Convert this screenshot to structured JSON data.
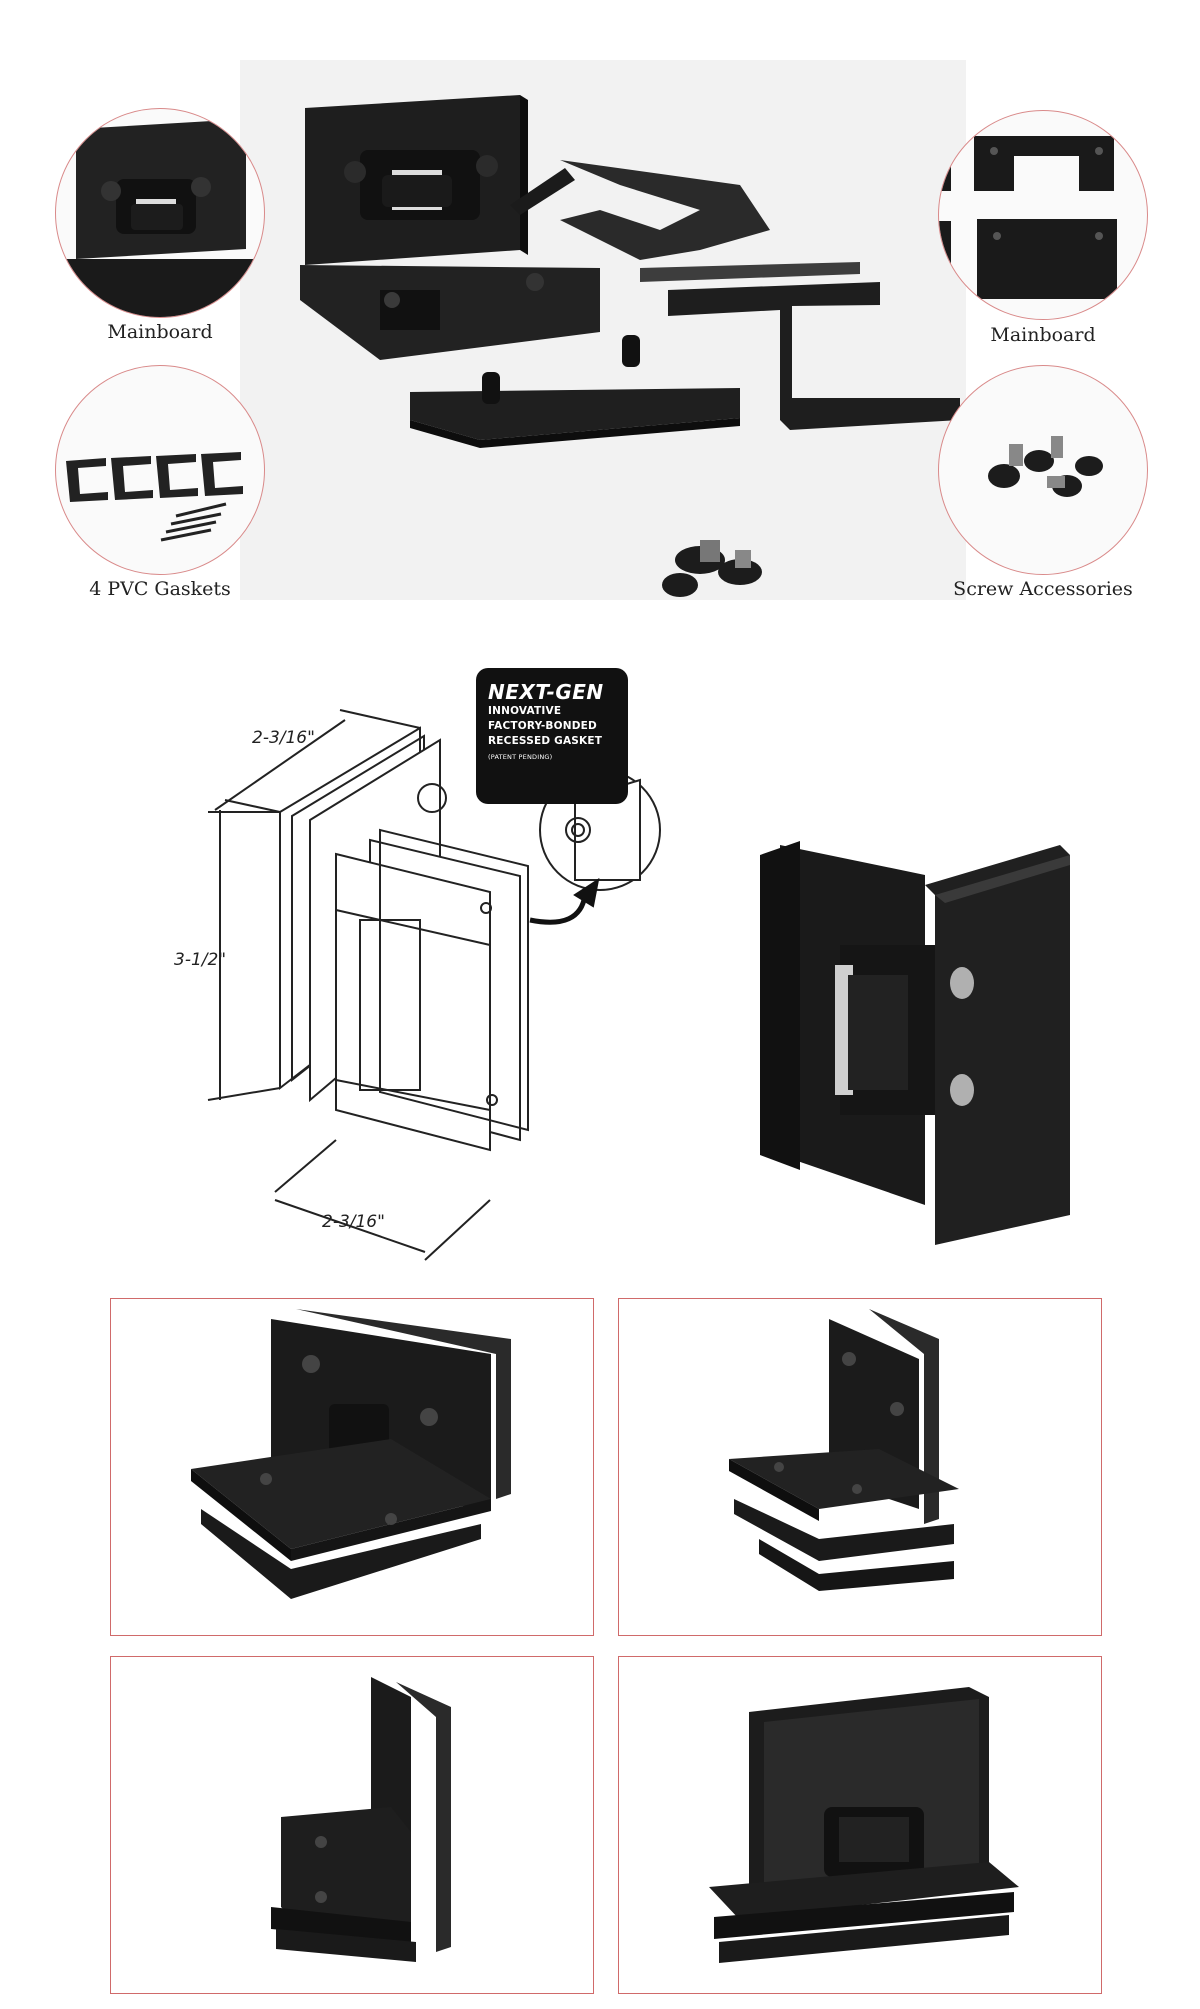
{
  "captions": {
    "mainboard_left": "Mainboard",
    "mainboard_right": "Mainboard",
    "gaskets": "4 PVC Gaskets",
    "screws": "Screw Accessories"
  },
  "badge": {
    "headline": "NEXT-GEN",
    "line1": "INNOVATIVE",
    "line2": "FACTORY-BONDED",
    "line3": "RECESSED GASKET",
    "small": "(PATENT PENDING)"
  },
  "dimensions": {
    "top_width": "2-3/16\"",
    "height": "3-1/2\"",
    "bottom_width": "2-3/16\""
  },
  "colors": {
    "hinge": "#1c1c1c",
    "frame_border": "#d06a6a",
    "circle_border": "#d98a8a"
  }
}
